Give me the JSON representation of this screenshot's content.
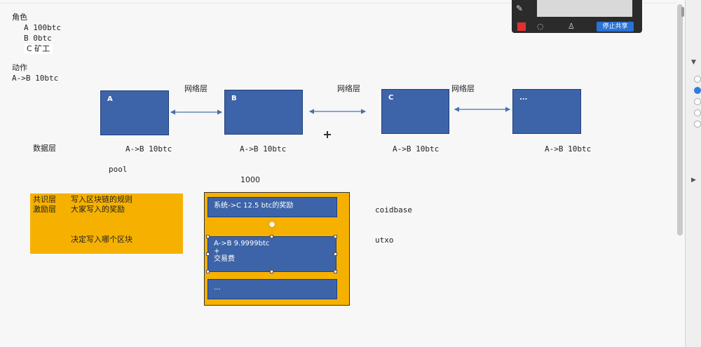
{
  "roles": {
    "title": "角色",
    "items": [
      "A 100btc",
      "B 0btc",
      "C 矿工"
    ]
  },
  "actions": {
    "title": "动作",
    "item": "A->B 10btc"
  },
  "network": {
    "label": "网络层",
    "nodes": [
      "A",
      "B",
      "C",
      "..."
    ]
  },
  "data_layer": {
    "label": "数据层",
    "transactions": [
      "A->B 10btc",
      "A->B 10btc",
      "A->B 10btc",
      "A->B 10btc"
    ]
  },
  "pool_label": "pool",
  "block_number": "1000",
  "consensus": {
    "line1_left": "共识层",
    "line1_right": "写入区块链的规则",
    "line2_left": "激励层",
    "line2_right": "大家写入的奖励",
    "line3": "决定写入哪个区块"
  },
  "block": {
    "reward_tx": "系统->C 12.5 btc的奖励",
    "tx_line1": "A->B 9.9999btc",
    "tx_plus": "+",
    "tx_fee": "交易费",
    "more": "..."
  },
  "labels": {
    "coinbase": "coidbase",
    "utxo": "utxo"
  },
  "zoom_bar": {
    "stop_share": "停止共享"
  },
  "colors": {
    "node_blue": "#3d64a8",
    "orange": "#f6b100",
    "arrow": "#4a6fb0"
  }
}
